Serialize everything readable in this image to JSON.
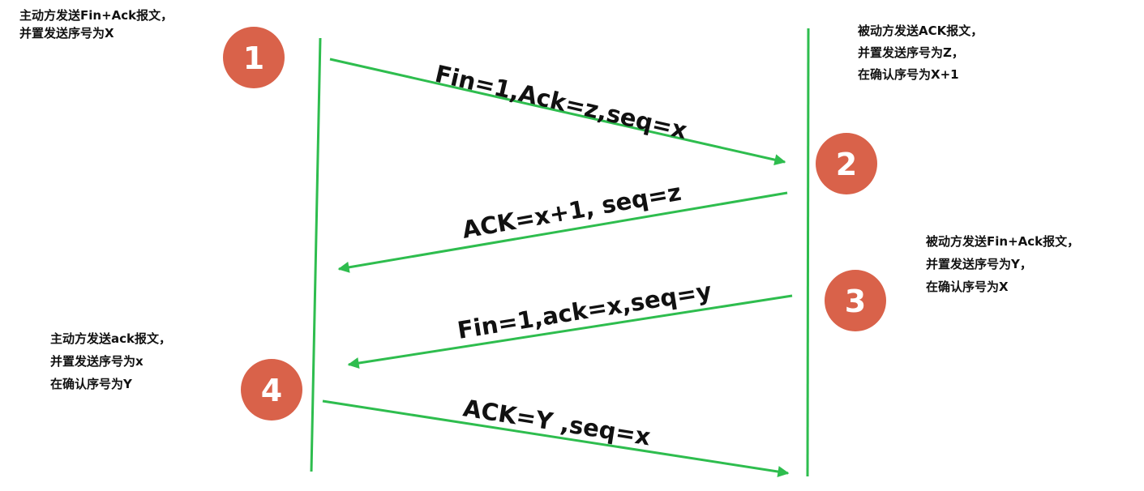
{
  "colors": {
    "line": "#2ebd4e",
    "circle": "#d9624a",
    "circle_text": "#ffffff",
    "text": "#111111"
  },
  "steps": [
    {
      "number": "1",
      "note": [
        "主动方发送Fin+Ack报文，",
        "并置发送序号为X"
      ],
      "message": "Fin=1,Ack=z,seq=x"
    },
    {
      "number": "2",
      "note": [
        "被动方发送ACK报文，",
        "并置发送序号为Z，",
        "在确认序号为X+1"
      ],
      "message": "ACK=x+1, seq=z"
    },
    {
      "number": "3",
      "note": [
        "被动方发送Fin+Ack报文，",
        "并置发送序号为Y，",
        "在确认序号为X"
      ],
      "message": "Fin=1,ack=x,seq=y"
    },
    {
      "number": "4",
      "note": [
        "主动方发送ack报文，",
        "并置发送序号为x",
        "在确认序号为Y"
      ],
      "message": "ACK=Y ,seq=x"
    }
  ]
}
